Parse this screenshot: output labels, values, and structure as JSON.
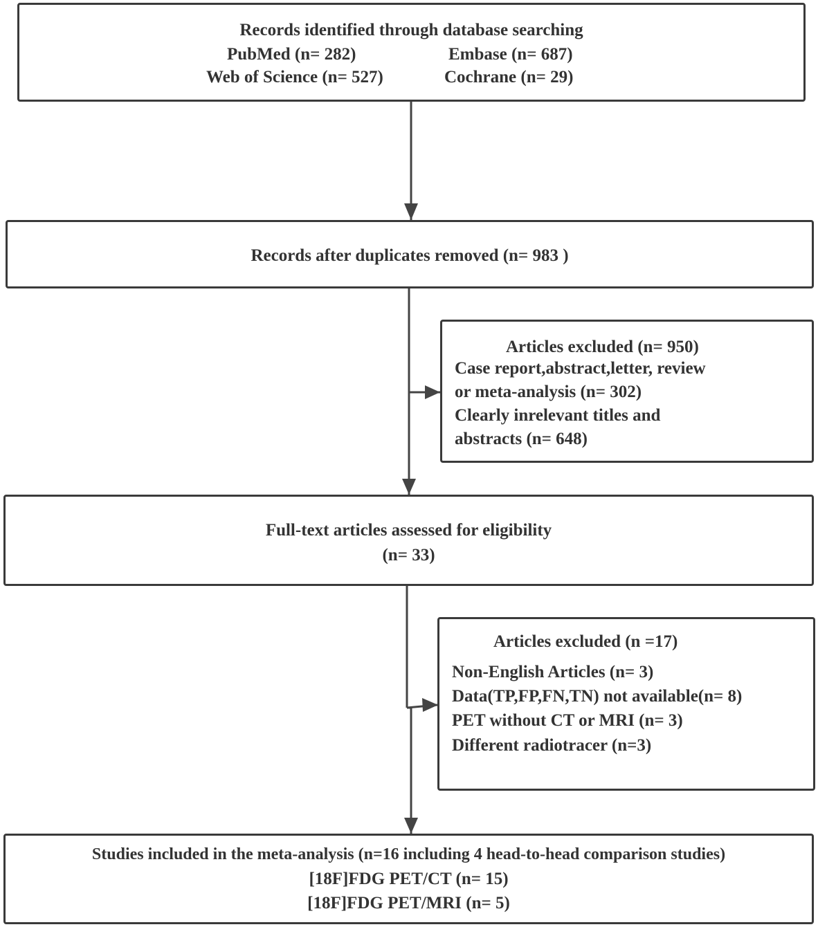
{
  "box1": {
    "title": "Records identified through database searching",
    "pubmed": "PubMed (n= 282)",
    "embase": "Embase (n= 687)",
    "wos": "Web of Science (n= 527)",
    "cochrane": "Cochrane (n= 29)"
  },
  "box2": {
    "text": "Records after duplicates removed (n= 983 )"
  },
  "excl1": {
    "title": "Articles excluded (n= 950)",
    "lines": [
      "Case report,abstract,letter, review",
      "or meta-analysis  (n= 302)",
      "Clearly inrelevant titles and",
      "abstracts (n= 648)"
    ]
  },
  "box3": {
    "line1": "Full-text articles assessed for eligibility",
    "line2": "(n= 33)"
  },
  "excl2": {
    "title": "Articles excluded (n =17)",
    "lines": [
      "Non-English Articles (n= 3)",
      "Data(TP,FP,FN,TN) not available(n= 8)",
      "PET without CT or MRI (n= 3)",
      "Different radiotracer (n=3)"
    ]
  },
  "box4": {
    "line1": "Studies included in the meta-analysis (n=16 including 4 head-to-head comparison studies)",
    "line2": "[18F]FDG PET/CT (n= 15)",
    "line3": "[18F]FDG PET/MRI (n= 5)"
  }
}
